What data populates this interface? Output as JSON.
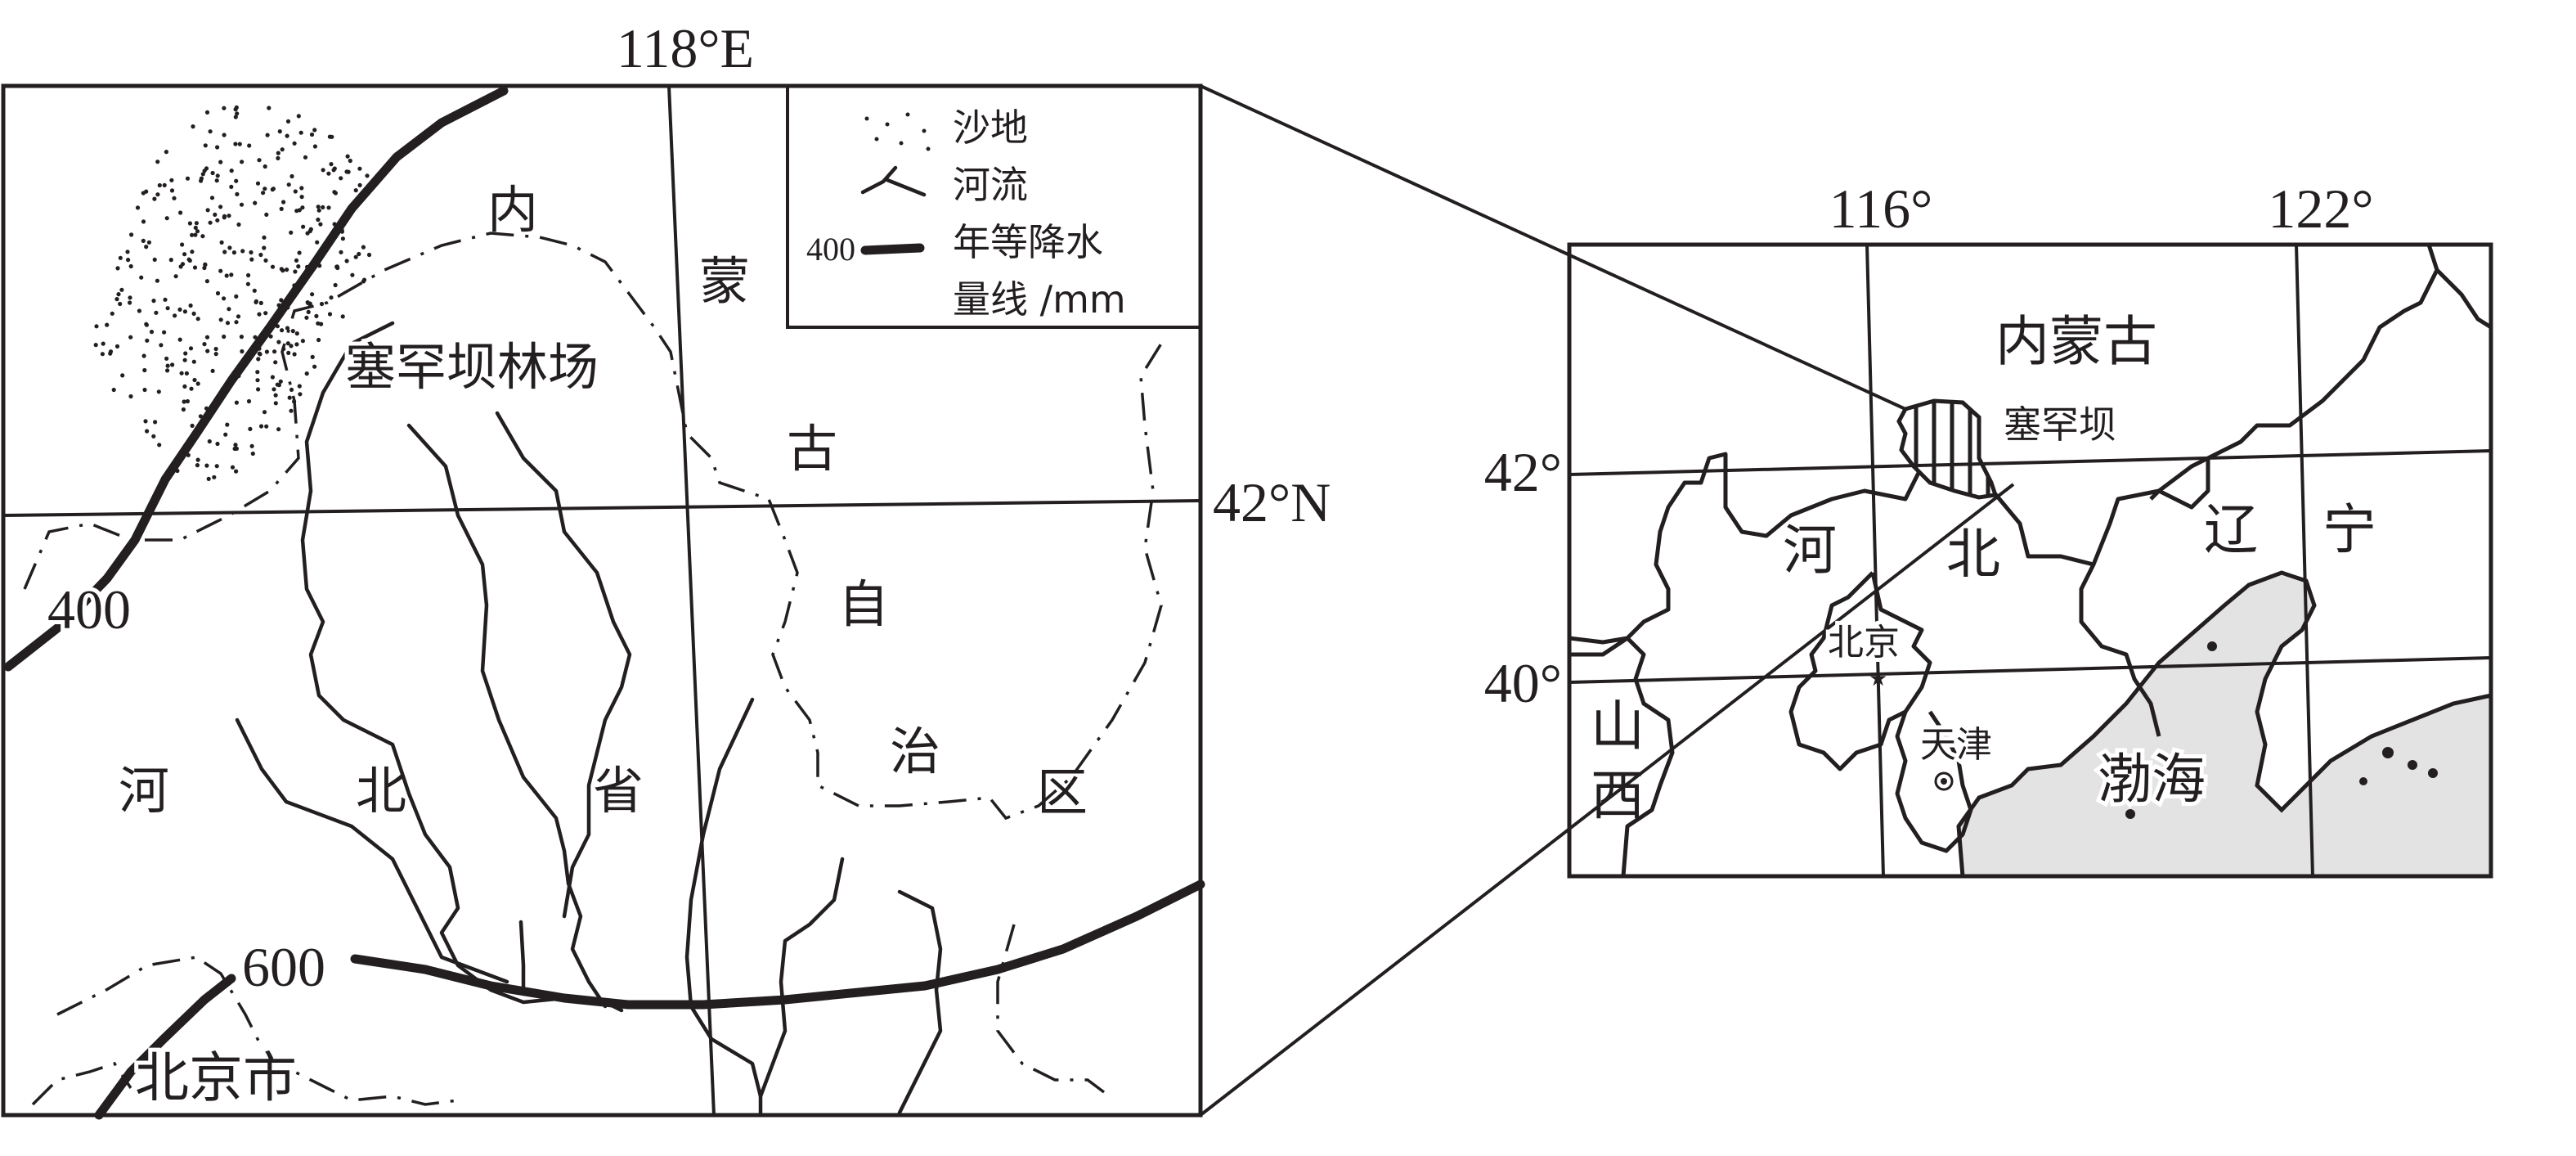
{
  "left_map": {
    "lon_label": "118°E",
    "lat_label": "42°N",
    "labels": {
      "nei": "内",
      "meng": "蒙",
      "gu": "古",
      "zi": "自",
      "zhi": "治",
      "qu": "区",
      "forest": "塞罕坝林场",
      "he": "河",
      "bei": "北",
      "sheng": "省",
      "beijing_city": "北京市"
    },
    "isohyets": {
      "iso_400": "400",
      "iso_600": "600"
    },
    "legend": {
      "sand_label": "沙地",
      "river_label": "河流",
      "isohyet_value": "400",
      "isohyet_label_1": "年等降水",
      "isohyet_label_2": "量线 /mm"
    }
  },
  "right_map": {
    "lon_labels": [
      "116°",
      "122°"
    ],
    "lat_labels": [
      "42°",
      "40°"
    ],
    "labels": {
      "inner_mongolia": "内蒙古",
      "saihanba": "塞罕坝",
      "he": "河",
      "bei": "北",
      "liao": "辽",
      "ning": "宁",
      "beijing": "北京",
      "tianjin": "天津",
      "bohai": "渤海",
      "shan": "山",
      "xi": "西"
    }
  },
  "colors": {
    "ink": "#231f20",
    "sea": "#e3e3e3"
  }
}
